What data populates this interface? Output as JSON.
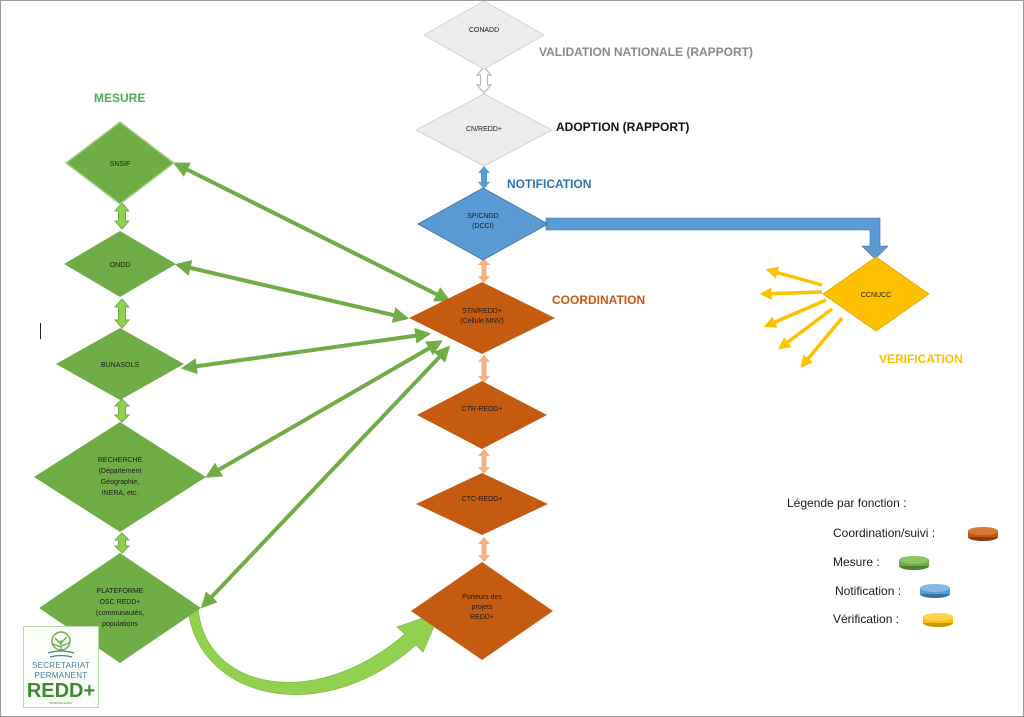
{
  "colors": {
    "coordination": "#C55A11",
    "coordination_arrow": "#F4B183",
    "mesure": "#70AD47",
    "mesure_light": "#92D050",
    "notification": "#5B9BD5",
    "verification": "#FFC000",
    "gray": "#EDEDED"
  },
  "headers": {
    "mesure": "MESURE",
    "validation": "VALIDATION NATIONALE (RAPPORT)",
    "adoption": "ADOPTION (RAPPORT)",
    "notification": "NOTIFICATION",
    "coordination": "COORDINATION",
    "verification": "VERIFICATION"
  },
  "nodes": {
    "conadd": [
      "CONADD"
    ],
    "cnredd": [
      "CN/REDD+"
    ],
    "spcndd": [
      "SP/CNDD",
      "(DCCI)"
    ],
    "stnredd": [
      "STN/REDD+",
      "(Cellule MNV)"
    ],
    "ctrredd": [
      "CTR-REDD+"
    ],
    "ctcredd": [
      "CTC-REDD+"
    ],
    "porteurs": [
      "Porteurs des",
      "projets",
      "REDD+"
    ],
    "snsif": [
      "SNSIF"
    ],
    "ondd": [
      "ONDD"
    ],
    "bunasols": [
      "BUNASOLS"
    ],
    "recherche": [
      "RECHERCHE",
      "(Département",
      "Géographie,",
      "INERA, etc."
    ],
    "plateforme": [
      "PLATEFORME",
      "OSC REDD+",
      "(communautés,",
      "populations"
    ],
    "ccnucc": [
      "CCNUCC"
    ]
  },
  "legend": {
    "title": "Légende par fonction :",
    "items": [
      {
        "label": "Coordination/suivi :",
        "color": "#C55A11"
      },
      {
        "label": "Mesure :",
        "color": "#70AD47"
      },
      {
        "label": "Notification :",
        "color": "#5B9BD5"
      },
      {
        "label": "Vérification :",
        "color": "#FFC000"
      }
    ]
  },
  "logo": {
    "line1": "SECRETARIAT",
    "line2": "PERMANENT",
    "line3": "REDD+",
    "line4": "BURKINA FASO"
  }
}
